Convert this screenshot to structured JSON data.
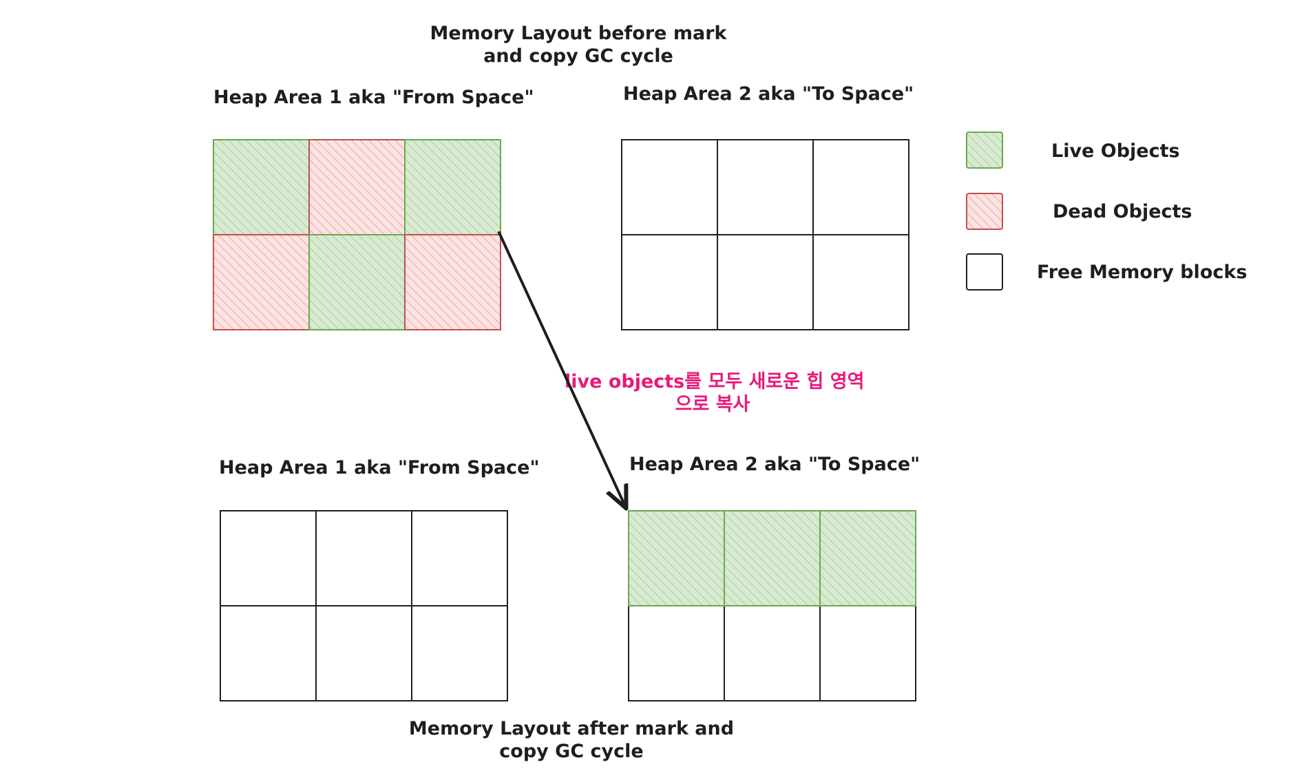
{
  "title_before": [
    "Memory Layout before mark",
    "and copy GC cycle"
  ],
  "title_after": [
    "Memory Layout after mark and",
    "copy GC cycle"
  ],
  "heaps": [
    {
      "id": "before-from",
      "title": "Heap Area 1 aka \"From Space\"",
      "cells": [
        "live",
        "dead",
        "live",
        "dead",
        "live",
        "dead"
      ]
    },
    {
      "id": "before-to",
      "title": "Heap Area 2 aka \"To Space\"",
      "cells": [
        "free",
        "free",
        "free",
        "free",
        "free",
        "free"
      ]
    },
    {
      "id": "after-from",
      "title": "Heap Area 1 aka \"From Space\"",
      "cells": [
        "free",
        "free",
        "free",
        "free",
        "free",
        "free"
      ]
    },
    {
      "id": "after-to",
      "title": "Heap Area 2 aka \"To Space\"",
      "cells": [
        "live",
        "live",
        "live",
        "free",
        "free",
        "free"
      ]
    }
  ],
  "arrow_note": [
    "live objects를 모두 새로운 힙 영역",
    "으로 복사"
  ],
  "legend": [
    {
      "kind": "live",
      "label": "Live Objects"
    },
    {
      "kind": "dead",
      "label": "Dead Objects"
    },
    {
      "kind": "free",
      "label": "Free Memory blocks"
    }
  ],
  "colors": {
    "live_stroke": "#6aa84f",
    "live_fill": "#d9ead3",
    "live_hatch": "#b6d7a8",
    "dead_stroke": "#c0504d",
    "dead_fill": "#fbe4e4",
    "dead_hatch": "#f4b6b6",
    "free_stroke": "#1e1e1e",
    "note": "#e8197a",
    "arrow": "#1e1e1e"
  }
}
